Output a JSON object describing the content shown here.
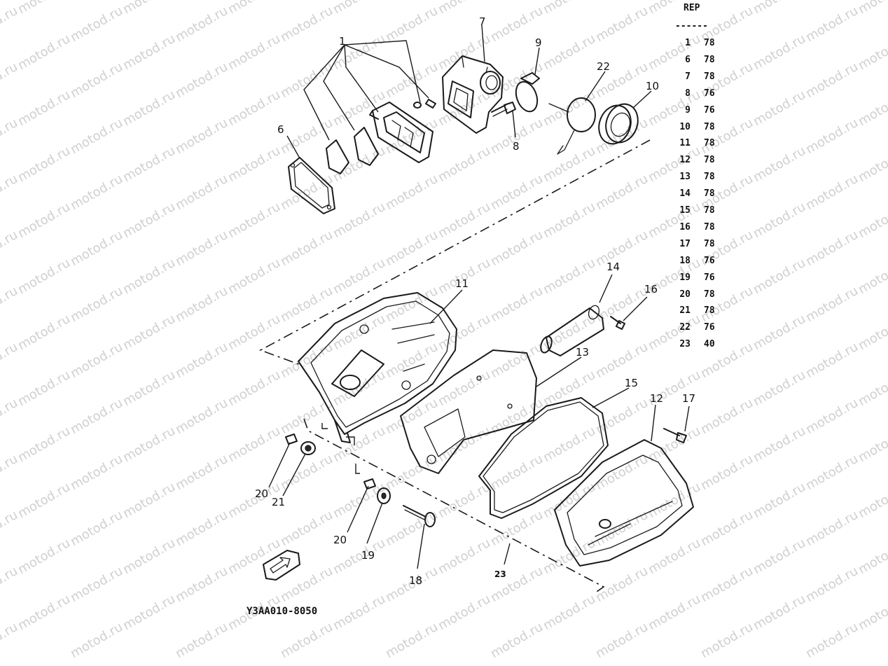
{
  "diagram": {
    "watermark": "motod.ru",
    "drawing_code": "Y3AA010-8050",
    "callouts": [
      "1",
      "6",
      "7",
      "9",
      "22",
      "10",
      "8",
      "11",
      "14",
      "16",
      "13",
      "15",
      "12",
      "17",
      "20",
      "21",
      "20",
      "19",
      "18",
      "23"
    ]
  },
  "rep_table": {
    "title": "REP",
    "rule": "------",
    "rows": [
      {
        "ref": "1",
        "val": "78"
      },
      {
        "ref": "6",
        "val": "78"
      },
      {
        "ref": "7",
        "val": "78"
      },
      {
        "ref": "8",
        "val": "76"
      },
      {
        "ref": "9",
        "val": "76"
      },
      {
        "ref": "10",
        "val": "78"
      },
      {
        "ref": "11",
        "val": "78"
      },
      {
        "ref": "12",
        "val": "78"
      },
      {
        "ref": "13",
        "val": "78"
      },
      {
        "ref": "14",
        "val": "78"
      },
      {
        "ref": "15",
        "val": "78"
      },
      {
        "ref": "16",
        "val": "78"
      },
      {
        "ref": "17",
        "val": "78"
      },
      {
        "ref": "18",
        "val": "76"
      },
      {
        "ref": "19",
        "val": "76"
      },
      {
        "ref": "20",
        "val": "78"
      },
      {
        "ref": "21",
        "val": "78"
      },
      {
        "ref": "22",
        "val": "76"
      },
      {
        "ref": "23",
        "val": "40"
      }
    ]
  }
}
